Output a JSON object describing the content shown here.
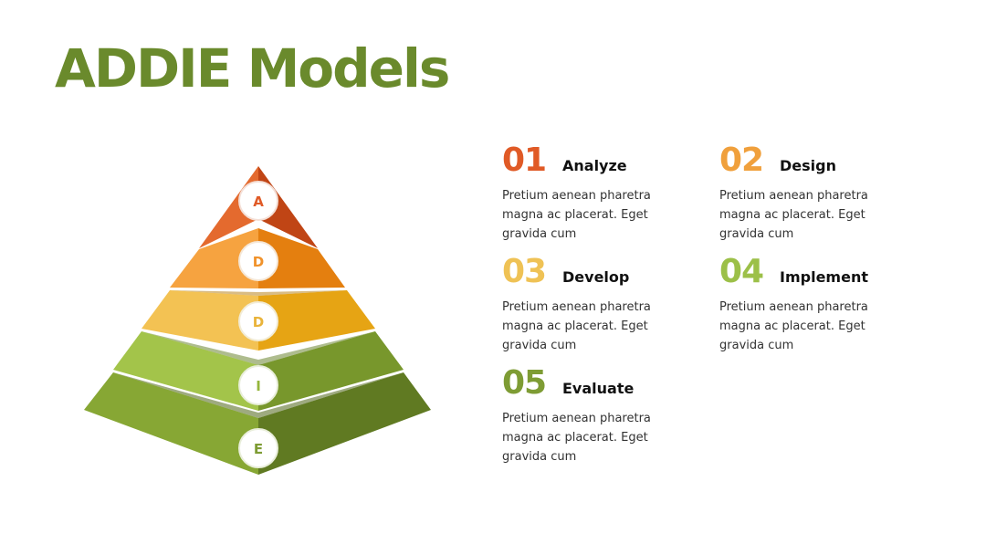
{
  "title": "ADDIE Models",
  "pyramid": [
    {
      "letter": "A",
      "color_left": "#e46a2e",
      "color_right": "#c04515",
      "letter_color": "#e05a26"
    },
    {
      "letter": "D",
      "color_left": "#f6a340",
      "color_right": "#e47f0f",
      "letter_color": "#f0922a"
    },
    {
      "letter": "D",
      "color_left": "#f3c253",
      "color_right": "#e6a414",
      "letter_color": "#e9b33a"
    },
    {
      "letter": "I",
      "color_left": "#a3c44a",
      "color_right": "#78972c",
      "letter_color": "#95b63c"
    },
    {
      "letter": "E",
      "color_left": "#87a734",
      "color_right": "#607a22",
      "letter_color": "#7e9c34"
    }
  ],
  "steps": [
    {
      "num": "01",
      "name": "Analyze",
      "color": "#e05a26",
      "desc": "Pretium aenean pharetra magna ac placerat. Eget gravida cum"
    },
    {
      "num": "02",
      "name": "Design",
      "color": "#f0a03c",
      "desc": "Pretium aenean pharetra magna ac placerat. Eget gravida cum"
    },
    {
      "num": "03",
      "name": "Develop",
      "color": "#efc255",
      "desc": "Pretium aenean pharetra magna ac placerat. Eget gravida cum"
    },
    {
      "num": "04",
      "name": "Implement",
      "color": "#9cc048",
      "desc": "Pretium aenean pharetra magna ac placerat. Eget gravida cum"
    },
    {
      "num": "05",
      "name": "Evaluate",
      "color": "#7e9c34",
      "desc": "Pretium aenean pharetra magna ac placerat. Eget gravida cum"
    }
  ]
}
